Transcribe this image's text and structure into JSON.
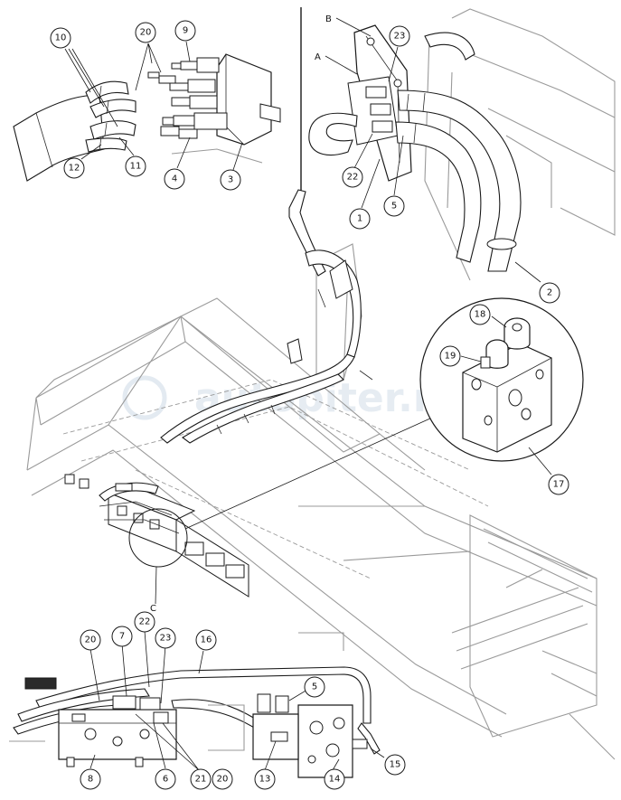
{
  "watermark": "autopiter.ru",
  "letters": {
    "a": "A",
    "b": "B",
    "c": "C"
  },
  "callouts": {
    "c1": "1",
    "c2": "2",
    "c3": "3",
    "c4": "4",
    "c5_top": "5",
    "c5_bottom": "5",
    "c6": "6",
    "c7": "7",
    "c8": "8",
    "c9": "9",
    "c10": "10",
    "c11": "11",
    "c12": "12",
    "c13": "13",
    "c14": "14",
    "c15": "15",
    "c16": "16",
    "c17": "17",
    "c18": "18",
    "c19": "19",
    "c20_top": "20",
    "c20_bl": "20",
    "c20_bm": "20",
    "c21": "21",
    "c22_top": "22",
    "c22_bottom": "22",
    "c23_top": "23",
    "c23_bottom": "23"
  }
}
